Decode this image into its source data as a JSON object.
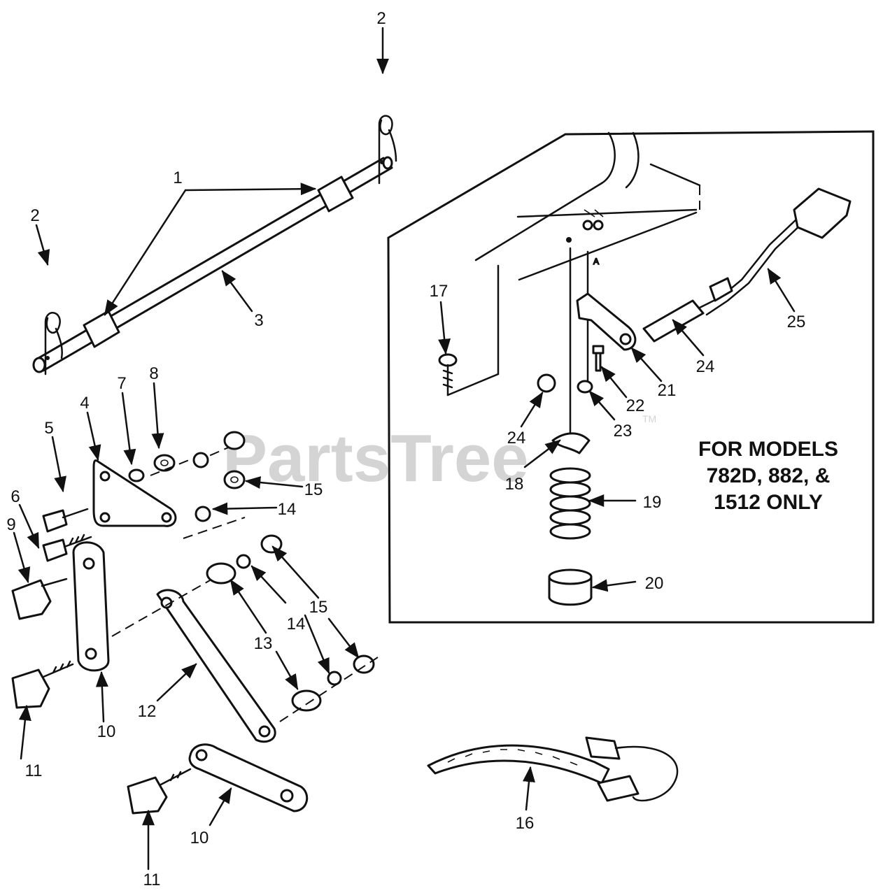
{
  "watermark": {
    "text": "PartsTree",
    "tm": "TM"
  },
  "inset_note": [
    "FOR MODELS",
    "782D, 882, &",
    "1512 ONLY"
  ],
  "callouts": [
    {
      "id": "c2a",
      "label": "2"
    },
    {
      "id": "c2b",
      "label": "2"
    },
    {
      "id": "c1",
      "label": "1"
    },
    {
      "id": "c3",
      "label": "3"
    },
    {
      "id": "c4",
      "label": "4"
    },
    {
      "id": "c5",
      "label": "5"
    },
    {
      "id": "c6",
      "label": "6"
    },
    {
      "id": "c7",
      "label": "7"
    },
    {
      "id": "c8",
      "label": "8"
    },
    {
      "id": "c9",
      "label": "9"
    },
    {
      "id": "c10a",
      "label": "10"
    },
    {
      "id": "c10b",
      "label": "10"
    },
    {
      "id": "c11a",
      "label": "11"
    },
    {
      "id": "c11b",
      "label": "11"
    },
    {
      "id": "c12",
      "label": "12"
    },
    {
      "id": "c13",
      "label": "13"
    },
    {
      "id": "c14a",
      "label": "14"
    },
    {
      "id": "c14b",
      "label": "14"
    },
    {
      "id": "c15a",
      "label": "15"
    },
    {
      "id": "c15b",
      "label": "15"
    },
    {
      "id": "c16",
      "label": "16"
    },
    {
      "id": "c17",
      "label": "17"
    },
    {
      "id": "c18",
      "label": "18"
    },
    {
      "id": "c19",
      "label": "19"
    },
    {
      "id": "c20",
      "label": "20"
    },
    {
      "id": "c21",
      "label": "21"
    },
    {
      "id": "c22",
      "label": "22"
    },
    {
      "id": "c23",
      "label": "23"
    },
    {
      "id": "c24a",
      "label": "24"
    },
    {
      "id": "c24b",
      "label": "24"
    },
    {
      "id": "c25",
      "label": "25"
    }
  ]
}
